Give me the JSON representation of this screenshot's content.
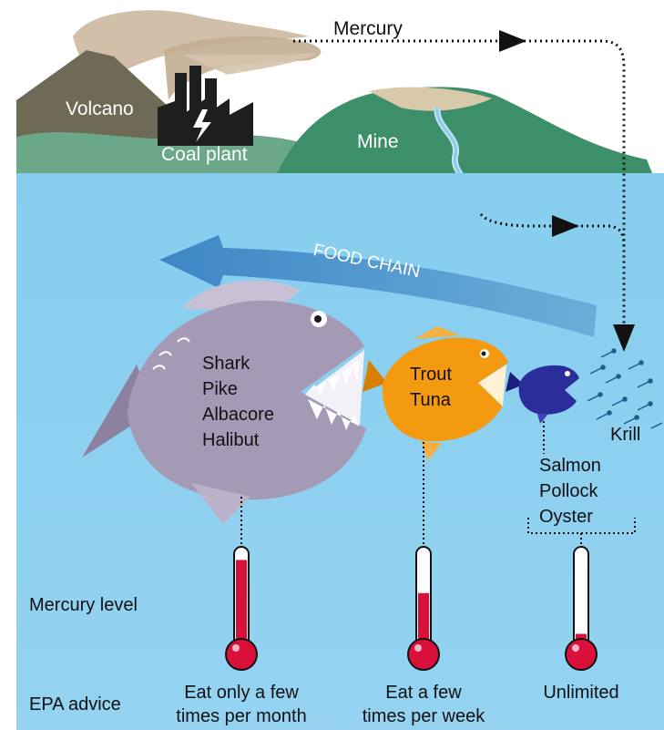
{
  "labels": {
    "volcano": "Volcano",
    "coal_plant": "Coal plant",
    "mine": "Mine",
    "mercury": "Mercury",
    "food_chain": "FOOD CHAIN",
    "krill": "Krill"
  },
  "fish_groups": {
    "large": [
      "Shark",
      "Pike",
      "Albacore",
      "Halibut"
    ],
    "medium": [
      "Trout",
      "Tuna"
    ],
    "small": [
      "Salmon",
      "Pollock",
      "Oyster"
    ]
  },
  "row_labels": {
    "mercury_level": "Mercury level",
    "epa_advice": "EPA advice"
  },
  "advice": {
    "large": [
      "Eat only a few",
      "times per month"
    ],
    "medium": [
      "Eat a few",
      "times per week"
    ],
    "small": [
      "Unlimited"
    ]
  },
  "mercury_levels": {
    "large": 0.9,
    "medium": 0.55,
    "small": 0.12
  },
  "colors": {
    "water": "#8fd0f0",
    "sky": "#ffffff",
    "mercury_red": "#d8103a",
    "large_fish": "#a59ab5",
    "medium_fish": "#f49a10",
    "small_fish": "#2a2d9a",
    "food_chain_arrow": "#4a8ec8",
    "mine_hill": "#3d8f6a",
    "volcano": "#6e6a55"
  }
}
